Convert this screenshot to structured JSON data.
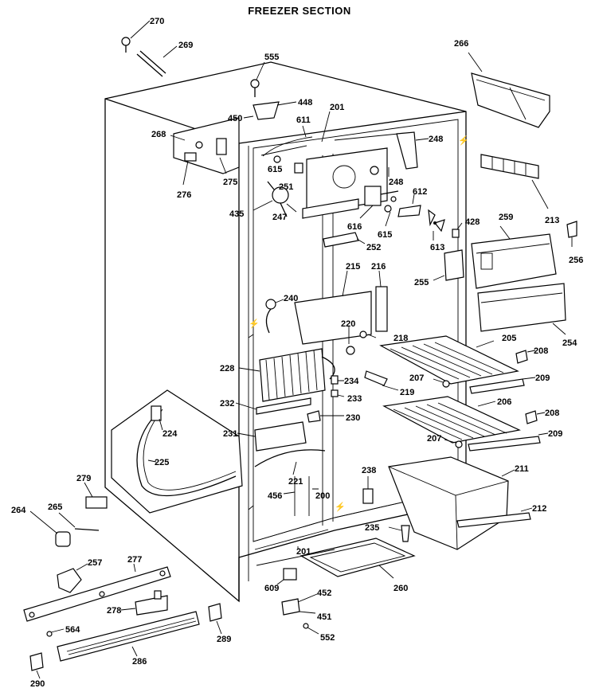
{
  "title": "FREEZER SECTION",
  "callouts": {
    "p270": "270",
    "p269": "269",
    "p555": "555",
    "p266": "266",
    "p448": "448",
    "p450": "450",
    "p201a": "201",
    "p611": "611",
    "p268": "268",
    "p615a": "615",
    "p248a": "248",
    "p248b": "248",
    "p251": "251",
    "p275": "275",
    "p276": "276",
    "p612": "612",
    "p435": "435",
    "p247": "247",
    "p616": "616",
    "p615b": "615",
    "p613": "613",
    "p428": "428",
    "p259": "259",
    "p213": "213",
    "p256": "256",
    "p252": "252",
    "p215": "215",
    "p216": "216",
    "p255": "255",
    "p240": "240",
    "p220": "220",
    "p218": "218",
    "p254": "254",
    "p205": "205",
    "p208a": "208",
    "p228": "228",
    "p234": "234",
    "p207a": "207",
    "p209a": "209",
    "p219": "219",
    "p232": "232",
    "p233": "233",
    "p206": "206",
    "p230": "230",
    "p208b": "208",
    "p224": "224",
    "p231": "231",
    "p209b": "209",
    "p207b": "207",
    "p225": "225",
    "p221": "221",
    "p238": "238",
    "p211": "211",
    "p279": "279",
    "p456": "456",
    "p200": "200",
    "p212": "212",
    "p264": "264",
    "p265": "265",
    "p235": "235",
    "p201b": "201",
    "p257": "257",
    "p277": "277",
    "p260": "260",
    "p609": "609",
    "p452": "452",
    "p278": "278",
    "p564": "564",
    "p451": "451",
    "p289": "289",
    "p552": "552",
    "p286": "286",
    "p290": "290"
  }
}
